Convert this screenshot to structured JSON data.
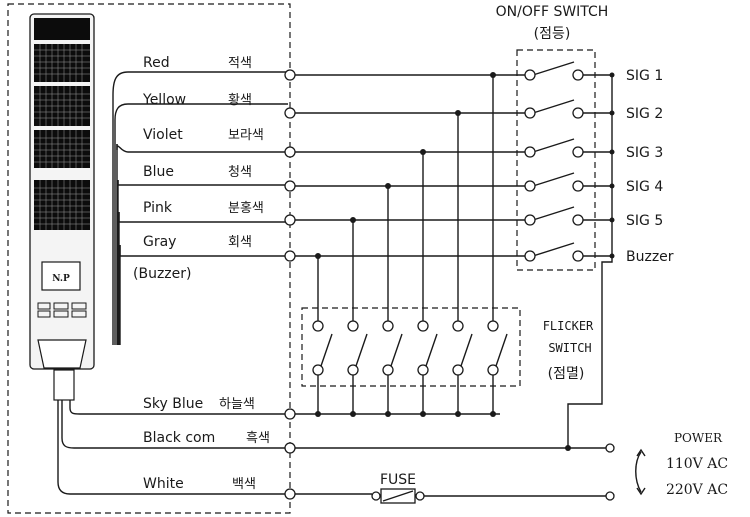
{
  "on_off_switch": {
    "title": "ON/OFF SWITCH",
    "subtitle": "(점등)"
  },
  "flicker_switch": {
    "line1": "FLICKER",
    "line2": "SWITCH",
    "line3": "(점멸)"
  },
  "wires": [
    {
      "en": "Red",
      "ko": "적색"
    },
    {
      "en": "Yellow",
      "ko": "황색"
    },
    {
      "en": "Violet",
      "ko": "보라색"
    },
    {
      "en": "Blue",
      "ko": "청색"
    },
    {
      "en": "Pink",
      "ko": "분홍색"
    },
    {
      "en": "Gray",
      "ko": "회색"
    }
  ],
  "buzzer_note": "(Buzzer)",
  "signals": [
    "SIG 1",
    "SIG 2",
    "SIG 3",
    "SIG 4",
    "SIG 5",
    "Buzzer"
  ],
  "sky_blue": {
    "en": "Sky Blue",
    "ko": "하늘색"
  },
  "black_com": {
    "en": "Black com",
    "ko": "흑색"
  },
  "white": {
    "en": "White",
    "ko": "백색"
  },
  "fuse_label": "FUSE",
  "power": {
    "label": "POWER",
    "v1": "110V AC",
    "v2": "220V AC"
  },
  "tower_label": "N.P"
}
